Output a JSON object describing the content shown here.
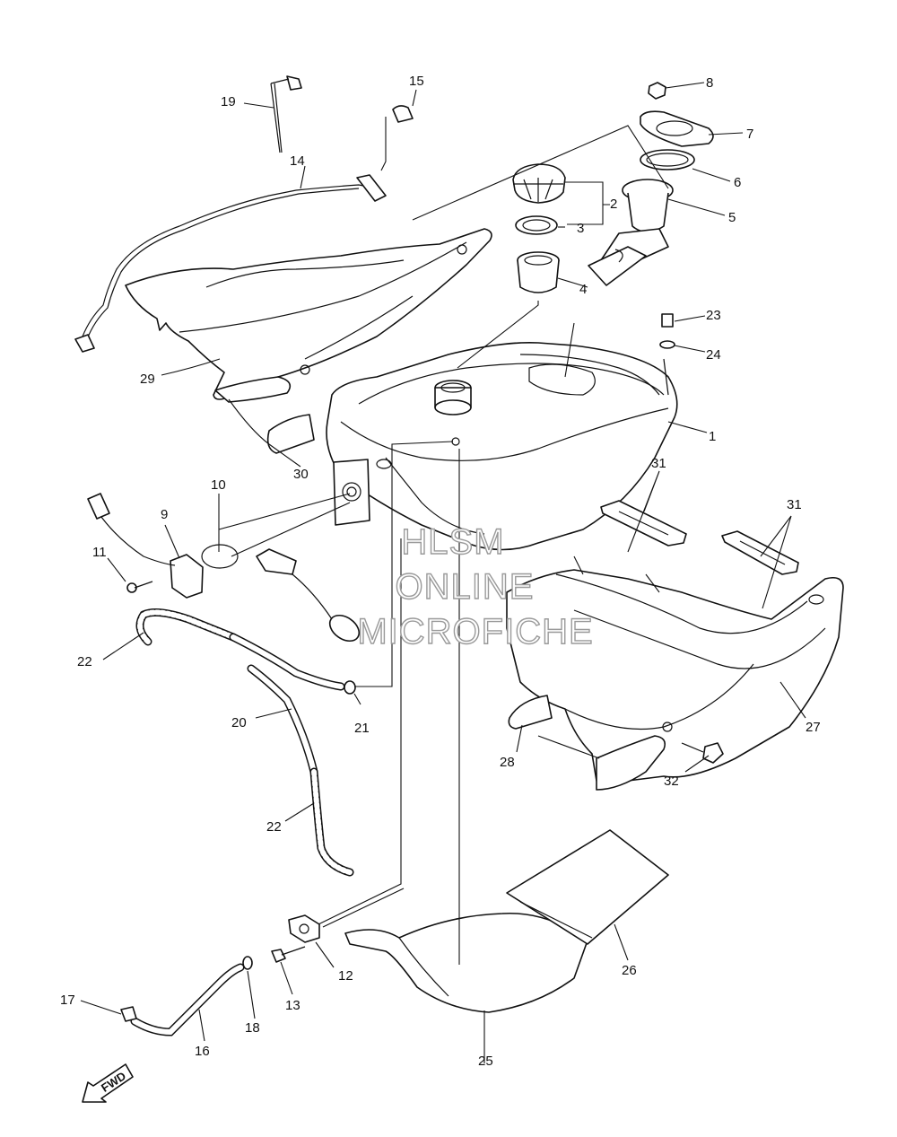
{
  "watermark": {
    "line1": "HLSM",
    "line2": "ONLINE",
    "line3": "MICROFICHE"
  },
  "direction_label": "FWD",
  "callouts": {
    "c1": "1",
    "c2": "2",
    "c3": "3",
    "c4": "4",
    "c5": "5",
    "c6": "6",
    "c7": "7",
    "c8": "8",
    "c9": "9",
    "c10": "10",
    "c11": "11",
    "c12": "12",
    "c13": "13",
    "c14": "14",
    "c15": "15",
    "c16": "16",
    "c17": "17",
    "c18": "18",
    "c19": "19",
    "c20": "20",
    "c21": "21",
    "c22a": "22",
    "c22b": "22",
    "c23": "23",
    "c24": "24",
    "c25": "25",
    "c26": "26",
    "c27": "27",
    "c28": "28",
    "c29": "29",
    "c30": "30",
    "c31a": "31",
    "c31b": "31",
    "c32": "32"
  }
}
